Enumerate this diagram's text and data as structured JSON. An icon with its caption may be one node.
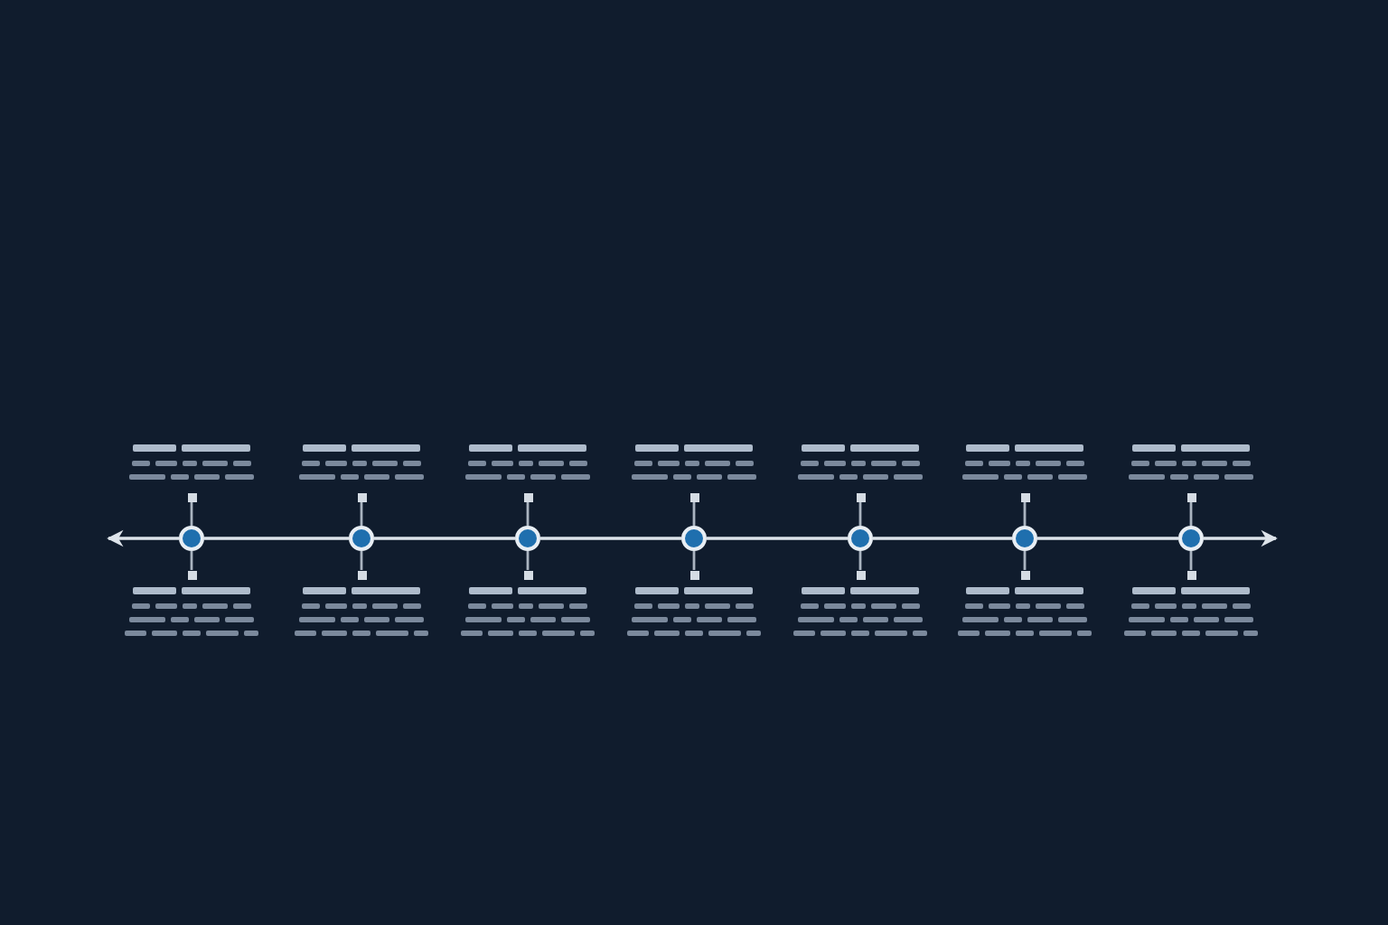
{
  "diagram": {
    "nodes": [
      {
        "text": [],
        "shape": "box"
      },
      {
        "text": [],
        "shape": "box"
      },
      {
        "text": [],
        "shape": "box"
      },
      {
        "text": [],
        "shape": "box"
      },
      {
        "text": [],
        "shape": "box"
      },
      {
        "text": [],
        "shape": "box"
      },
      {
        "text": [],
        "shape": "box"
      },
      {
        "text": [],
        "shape": "circle"
      },
      {
        "text": [],
        "shape": "circle"
      },
      {
        "text": [],
        "shape": "circle"
      },
      {
        "text": [],
        "shape": "circle"
      },
      {
        "text": [],
        "shape": "circle"
      },
      {
        "text": [],
        "shape": "circle"
      },
      {
        "text": [],
        "shape": "circle"
      },
      {
        "text": [],
        "shape": "box"
      },
      {
        "text": [],
        "shape": "box"
      },
      {
        "text": [],
        "shape": "box"
      },
      {
        "text": [],
        "shape": "box"
      },
      {
        "text": [],
        "shape": "box"
      },
      {
        "text": [],
        "shape": "box"
      },
      {
        "text": [],
        "shape": "box"
      }
    ],
    "edges": [
      {
        "from": 7,
        "to": null,
        "arrow": "to"
      },
      {
        "from": 7,
        "to": 8,
        "arrow": "none"
      },
      {
        "from": 8,
        "to": 9,
        "arrow": "none"
      },
      {
        "from": 9,
        "to": 10,
        "arrow": "none"
      },
      {
        "from": 10,
        "to": 11,
        "arrow": "none"
      },
      {
        "from": 11,
        "to": 12,
        "arrow": "none"
      },
      {
        "from": 12,
        "to": 13,
        "arrow": "none"
      },
      {
        "from": 13,
        "to": null,
        "arrow": "to"
      },
      {
        "from": 7,
        "to": 0,
        "arrow": "none"
      },
      {
        "from": 7,
        "to": 14,
        "arrow": "none"
      },
      {
        "from": 8,
        "to": 1,
        "arrow": "none"
      },
      {
        "from": 8,
        "to": 15,
        "arrow": "none"
      },
      {
        "from": 9,
        "to": 2,
        "arrow": "none"
      },
      {
        "from": 9,
        "to": 16,
        "arrow": "none"
      },
      {
        "from": 10,
        "to": 3,
        "arrow": "none"
      },
      {
        "from": 10,
        "to": 17,
        "arrow": "none"
      },
      {
        "from": 11,
        "to": 4,
        "arrow": "none"
      },
      {
        "from": 11,
        "to": 18,
        "arrow": "none"
      },
      {
        "from": 12,
        "to": 5,
        "arrow": "none"
      },
      {
        "from": 12,
        "to": 19,
        "arrow": "none"
      },
      {
        "from": 13,
        "to": 6,
        "arrow": "none"
      },
      {
        "from": 13,
        "to": 20,
        "arrow": "none"
      }
    ]
  }
}
